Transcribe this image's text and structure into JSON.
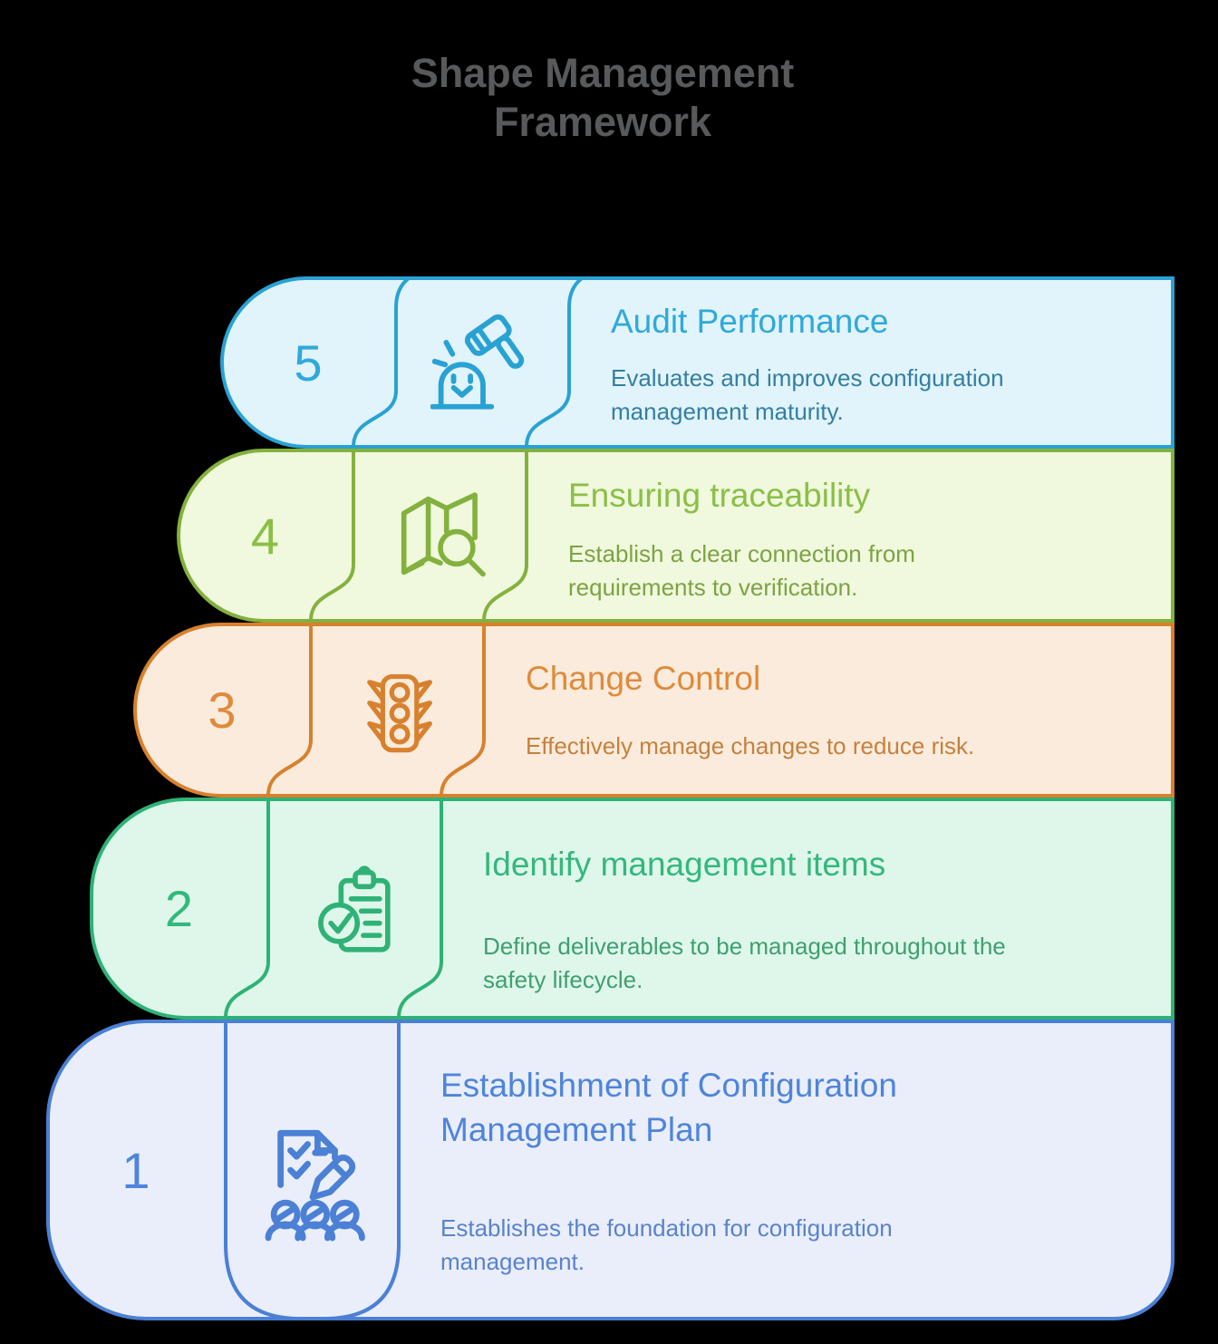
{
  "title": "Shape Management\nFramework",
  "title_color": "#58595b",
  "background_color": "#000000",
  "rows": [
    {
      "number": "5",
      "title": "Audit Performance",
      "description": "Evaluates and improves configuration\nmanagement maturity.",
      "icon": "whack-a-mole-gavel-icon",
      "accent": "#29a2d3",
      "fill": "#e1f3fb",
      "title_color": "#2fa9da",
      "desc_color": "#337fa3"
    },
    {
      "number": "4",
      "title": "Ensuring traceability",
      "description": "Establish a clear connection from\nrequirements to verification.",
      "icon": "map-magnifier-icon",
      "accent": "#83b13e",
      "fill": "#f0f8dd",
      "title_color": "#8abf46",
      "desc_color": "#7da343"
    },
    {
      "number": "3",
      "title": "Change Control",
      "description": "Effectively manage changes to reduce risk.",
      "icon": "traffic-light-icon",
      "accent": "#d7812f",
      "fill": "#fbebdc",
      "title_color": "#de8b3b",
      "desc_color": "#c5813e"
    },
    {
      "number": "2",
      "title": "Identify management items",
      "description": "Define deliverables to be managed throughout the\nsafety lifecycle.",
      "icon": "clipboard-check-icon",
      "accent": "#2eb276",
      "fill": "#dff7ea",
      "title_color": "#33b87d",
      "desc_color": "#3ea070"
    },
    {
      "number": "1",
      "title": "Establishment of Configuration\nManagement Plan",
      "description": "Establishes the foundation for configuration\nmanagement.",
      "icon": "document-checklist-team-icon",
      "accent": "#4b80d5",
      "fill": "#e9eefa",
      "title_color": "#4e84db",
      "desc_color": "#5a83cc"
    }
  ]
}
